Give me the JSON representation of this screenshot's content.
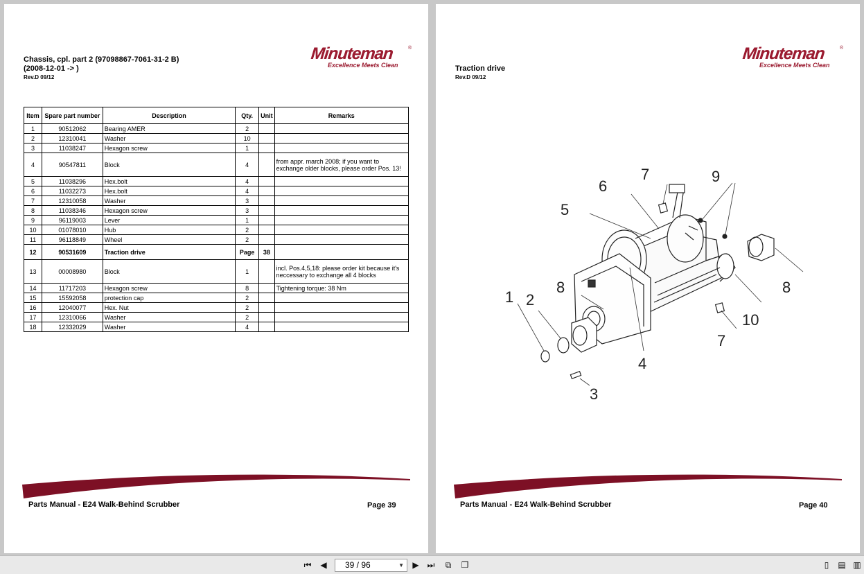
{
  "left_page": {
    "title_line1": "Chassis, cpl. part 2 (97098867-7061-31-2 B)",
    "title_line2": "(2008-12-01 -> )",
    "revision": "Rev.D 09/12",
    "logo": {
      "word": "Minuteman",
      "reg": "®",
      "tagline": "Excellence Meets Clean"
    },
    "table": {
      "headers": {
        "item": "Item",
        "spare": "Spare part number",
        "desc": "Description",
        "qty": "Qty.",
        "unit": "Unit",
        "remarks": "Remarks"
      },
      "rows": [
        {
          "item": "1",
          "number": "90512062",
          "desc": "Bearing AMER",
          "qty": "2",
          "unit": "",
          "remarks": ""
        },
        {
          "item": "2",
          "number": "12310041",
          "desc": "Washer",
          "qty": "10",
          "unit": "",
          "remarks": ""
        },
        {
          "item": "3",
          "number": "11038247",
          "desc": "Hexagon screw",
          "qty": "1",
          "unit": "",
          "remarks": ""
        },
        {
          "item": "4",
          "number": "90547811",
          "desc": "Block",
          "qty": "4",
          "unit": "",
          "remarks": "from appr. march 2008; if you want to exchange older blocks, please order Pos. 13!"
        },
        {
          "item": "5",
          "number": "11038296",
          "desc": "Hex.bolt",
          "qty": "4",
          "unit": "",
          "remarks": ""
        },
        {
          "item": "6",
          "number": "11032273",
          "desc": "Hex.bolt",
          "qty": "4",
          "unit": "",
          "remarks": ""
        },
        {
          "item": "7",
          "number": "12310058",
          "desc": "Washer",
          "qty": "3",
          "unit": "",
          "remarks": ""
        },
        {
          "item": "8",
          "number": "11038346",
          "desc": "Hexagon screw",
          "qty": "3",
          "unit": "",
          "remarks": ""
        },
        {
          "item": "9",
          "number": "96119003",
          "desc": "Lever",
          "qty": "1",
          "unit": "",
          "remarks": ""
        },
        {
          "item": "10",
          "number": "01078010",
          "desc": "Hub",
          "qty": "2",
          "unit": "",
          "remarks": ""
        },
        {
          "item": "11",
          "number": "96118849",
          "desc": "Wheel",
          "qty": "2",
          "unit": "",
          "remarks": ""
        },
        {
          "item": "12",
          "number": "90531609",
          "desc": "Traction drive",
          "qty": "Page",
          "unit": "38",
          "remarks": ""
        },
        {
          "item": "13",
          "number": "00008980",
          "desc": "Block",
          "qty": "1",
          "unit": "",
          "remarks": "incl. Pos.4,5,18: please order kit because it's neccessary to exchange all 4 blocks"
        },
        {
          "item": "14",
          "number": "11717203",
          "desc": "Hexagon screw",
          "qty": "8",
          "unit": "",
          "remarks": "Tightening torque: 38 Nm"
        },
        {
          "item": "15",
          "number": "15592058",
          "desc": "protection cap",
          "qty": "2",
          "unit": "",
          "remarks": ""
        },
        {
          "item": "16",
          "number": "12040077",
          "desc": "Hex. Nut",
          "qty": "2",
          "unit": "",
          "remarks": ""
        },
        {
          "item": "17",
          "number": "12310066",
          "desc": "Washer",
          "qty": "2",
          "unit": "",
          "remarks": ""
        },
        {
          "item": "18",
          "number": "12332029",
          "desc": "Washer",
          "qty": "4",
          "unit": "",
          "remarks": ""
        }
      ]
    },
    "footer_title": "Parts Manual - E24 Walk-Behind Scrubber",
    "footer_page": "Page 39"
  },
  "right_page": {
    "title": "Traction drive",
    "revision": "Rev.D 09/12",
    "logo": {
      "word": "Minuteman",
      "reg": "®",
      "tagline": "Excellence Meets Clean"
    },
    "diagram_labels": [
      "1",
      "2",
      "3",
      "4",
      "5",
      "6",
      "7",
      "7",
      "8",
      "8",
      "9",
      "10"
    ],
    "footer_title": "Parts Manual - E24 Walk-Behind Scrubber",
    "footer_page": "Page 40"
  },
  "toolbar": {
    "page_indicator": "39 / 96",
    "icons": [
      "first-page-icon",
      "prev-page-icon",
      "next-page-icon",
      "last-page-icon",
      "fit-page-icon",
      "two-page-icon",
      "single-page-icon",
      "continuous-icon",
      "facing-icon"
    ]
  },
  "colors": {
    "brand": "#9b1b30",
    "background": "#c8c8c8",
    "toolbar": "#e9e9e9"
  }
}
